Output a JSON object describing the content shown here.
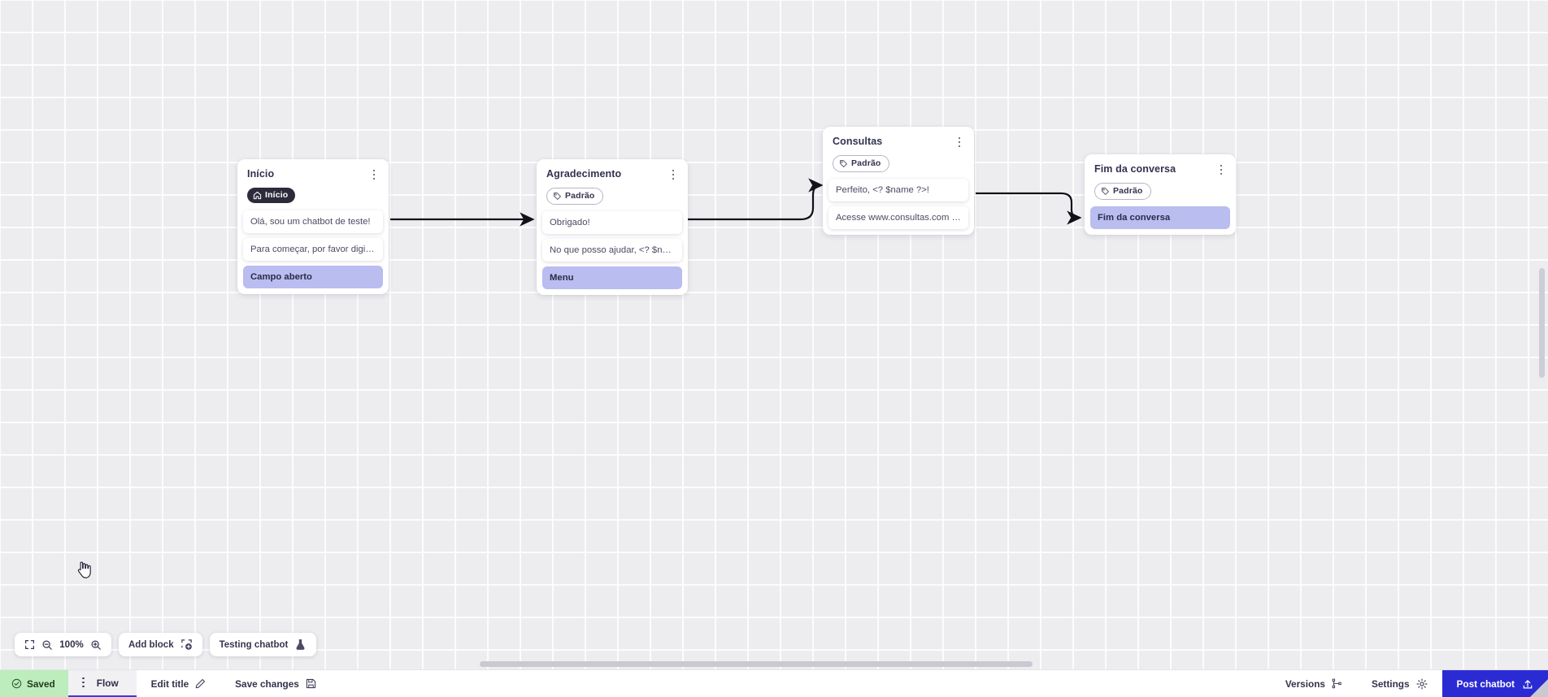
{
  "app": {
    "zoom_level": "100%",
    "canvas_background": "#ededf0",
    "accent_color": "#2b2bd4",
    "highlight_color": "#b9bdf0",
    "saved_chip_color": "#bdecbd"
  },
  "nodes": [
    {
      "title": "Início",
      "badge": {
        "label": "Início",
        "style": "dark",
        "icon": "home-icon"
      },
      "items": [
        {
          "label": "Olá, sou um chatbot de teste!",
          "accent": false
        },
        {
          "label": "Para começar, por favor digite o ...",
          "accent": false
        },
        {
          "label": "Campo aberto",
          "accent": true
        }
      ]
    },
    {
      "title": "Agradecimento",
      "badge": {
        "label": "Padrão",
        "style": "outline",
        "icon": "tag-icon"
      },
      "items": [
        {
          "label": "Obrigado!",
          "accent": false
        },
        {
          "label": "No que posso ajudar, <? $name ...",
          "accent": false
        },
        {
          "label": "Menu",
          "accent": true
        }
      ]
    },
    {
      "title": "Consultas",
      "badge": {
        "label": "Padrão",
        "style": "outline",
        "icon": "tag-icon"
      },
      "items": [
        {
          "label": "Perfeito, <? $name ?>!",
          "accent": false
        },
        {
          "label": "Acesse www.consultas.com par...",
          "accent": false
        }
      ]
    },
    {
      "title": "Fim da conversa",
      "badge": {
        "label": "Padrão",
        "style": "outline",
        "icon": "tag-icon"
      },
      "items": [
        {
          "label": "Fim da conversa",
          "accent": true
        }
      ]
    }
  ],
  "float_toolbar": {
    "fit_icon": "fit-screen-icon",
    "zoom_out_icon": "zoom-out-icon",
    "zoom_value": "100%",
    "zoom_in_icon": "zoom-in-icon",
    "add_block_label": "Add block",
    "add_block_icon": "add-block-icon",
    "testing_chatbot_label": "Testing chatbot",
    "testing_chatbot_icon": "flask-icon"
  },
  "bottom_bar": {
    "saved_label": "Saved",
    "saved_icon": "check-circle-icon",
    "flow_tab_label": "Flow",
    "flow_tab_kebab_icon": "kebab-menu-icon",
    "edit_title_label": "Edit title",
    "edit_title_icon": "pencil-icon",
    "save_changes_label": "Save changes",
    "save_changes_icon": "floppy-disk-icon",
    "versions_label": "Versions",
    "versions_icon": "branch-icon",
    "settings_label": "Settings",
    "settings_icon": "gear-icon",
    "post_chatbot_label": "Post chatbot",
    "post_chatbot_icon": "upload-icon"
  }
}
